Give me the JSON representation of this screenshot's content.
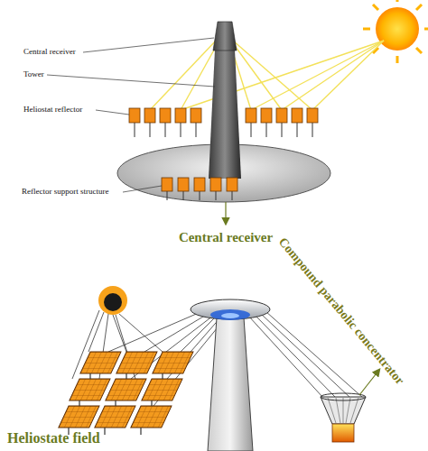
{
  "diagram": {
    "labels": [
      "Central receiver",
      "Tower",
      "Heliostat reflector",
      "Reflector support structure",
      "Central receiver",
      "Compound parabolic concentrator",
      "Heliostate field"
    ]
  }
}
